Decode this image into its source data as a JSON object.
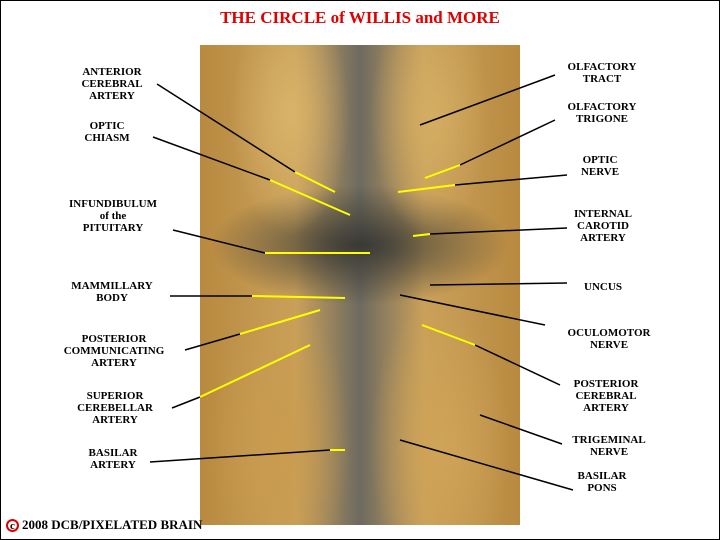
{
  "title": "THE CIRCLE of WILLIS and MORE",
  "labels_left": [
    "ANTERIOR\nCEREBRAL\nARTERY",
    "OPTIC\nCHIASM",
    "INFUNDIBULUM\nof the\nPITUITARY",
    "MAMMILLARY\nBODY",
    "POSTERIOR\nCOMMUNICATING\nARTERY",
    "SUPERIOR\nCEREBELLAR\nARTERY",
    "BASILAR\nARTERY"
  ],
  "labels_right": [
    "OLFACTORY\nTRACT",
    "OLFACTORY\nTRIGONE",
    "OPTIC\nNERVE",
    "INTERNAL\nCAROTID\nARTERY",
    "UNCUS",
    "OCULOMOTOR\nNERVE",
    "POSTERIOR\nCEREBRAL\nARTERY",
    "TRIGEMINAL\nNERVE",
    "BASILAR\nPONS"
  ],
  "copyright": {
    "symbol": "c",
    "text": "2008  DCB/PIXELATED BRAIN"
  },
  "colors": {
    "title": "#e00000",
    "pointer_line": "#000000",
    "pointer_highlight": "#ffff00"
  }
}
